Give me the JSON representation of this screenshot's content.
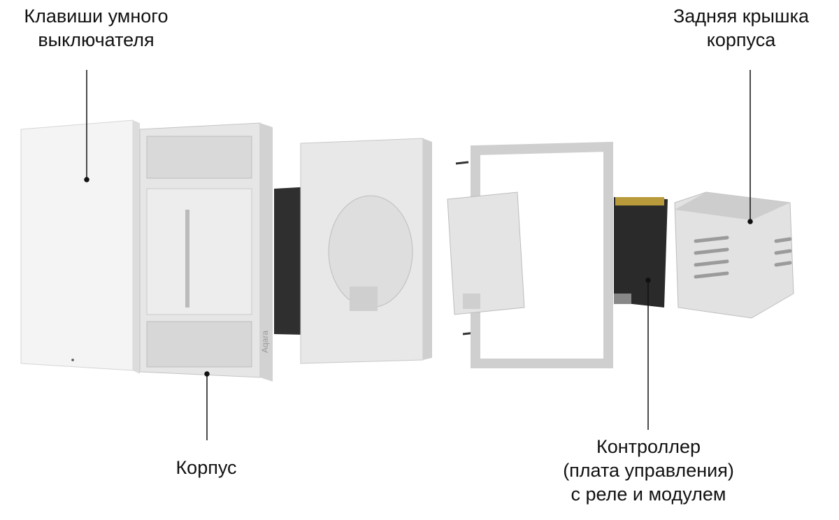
{
  "labels": {
    "keys": {
      "line1": "Клавиши умного",
      "line2": "выключателя"
    },
    "back_cover": {
      "line1": "Задняя крышка",
      "line2": "корпуса"
    },
    "housing": {
      "line1": "Корпус"
    },
    "controller": {
      "line1": "Контроллер",
      "line2": "(плата управления)",
      "line3": "с реле и модулем"
    }
  },
  "brand_mark": "Aqara",
  "colors": {
    "plastic": "#e9e9e9",
    "shadow": "#c9c9c9",
    "dark": "#2b2b2b",
    "line": "#111111"
  }
}
